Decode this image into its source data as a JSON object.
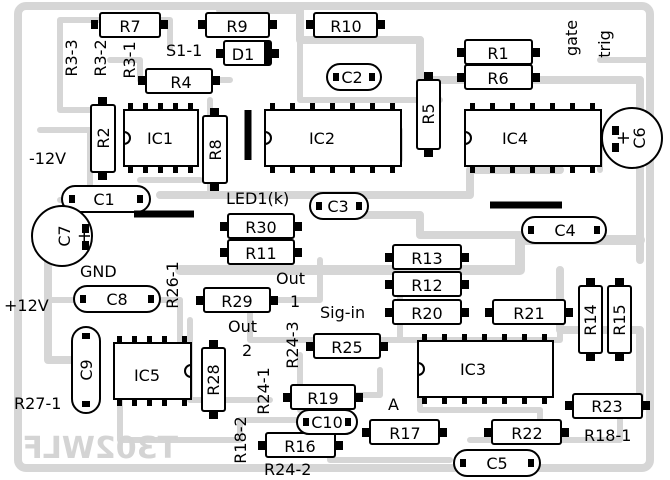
{
  "diagram": {
    "components": {
      "R7": "R7",
      "R9": "R9",
      "R10": "R10",
      "D1": "D1",
      "R1": "R1",
      "R6": "R6",
      "R4": "R4",
      "C2": "C2",
      "R5": "R5",
      "R2": "R2",
      "IC1": "IC1",
      "R8": "R8",
      "IC2": "IC2",
      "IC4": "IC4",
      "C6": "C6",
      "C1": "C1",
      "C3": "C3",
      "C4": "C4",
      "C7": "C7",
      "R30": "R30",
      "R11": "R11",
      "R13": "R13",
      "R12": "R12",
      "R20": "R20",
      "R21": "R21",
      "R14": "R14",
      "R15": "R15",
      "C8": "C8",
      "R29": "R29",
      "R25": "R25",
      "IC5": "IC5",
      "R28": "R28",
      "C9": "C9",
      "IC3": "IC3",
      "R19": "R19",
      "C10": "C10",
      "R17": "R17",
      "R22": "R22",
      "R23": "R23",
      "R16": "R16",
      "C5": "C5"
    },
    "labels": {
      "r3_3": "R3-3",
      "r3_2": "R3-2",
      "r3_1": "R3-1",
      "s1_1": "S1-1",
      "gate": "gate",
      "trig": "trig",
      "minus12v": "-12V",
      "led1": "LED1(k)",
      "r26_1": "R26-1",
      "gnd": "GND",
      "out": "Out",
      "out_1": "1",
      "plus12v": "+12V",
      "out2": "Out",
      "out2_num": "2",
      "r24_3": "R24-3",
      "sig_in": "Sig-in",
      "r24_1": "R24-1",
      "r27_1": "R27-1",
      "r18_2": "R18-2",
      "a": "A",
      "r18_1": "R18-1",
      "r24_2": "R24-2",
      "plus_c6": "+",
      "plus_c7": "+",
      "logo": "T302WLF"
    }
  }
}
